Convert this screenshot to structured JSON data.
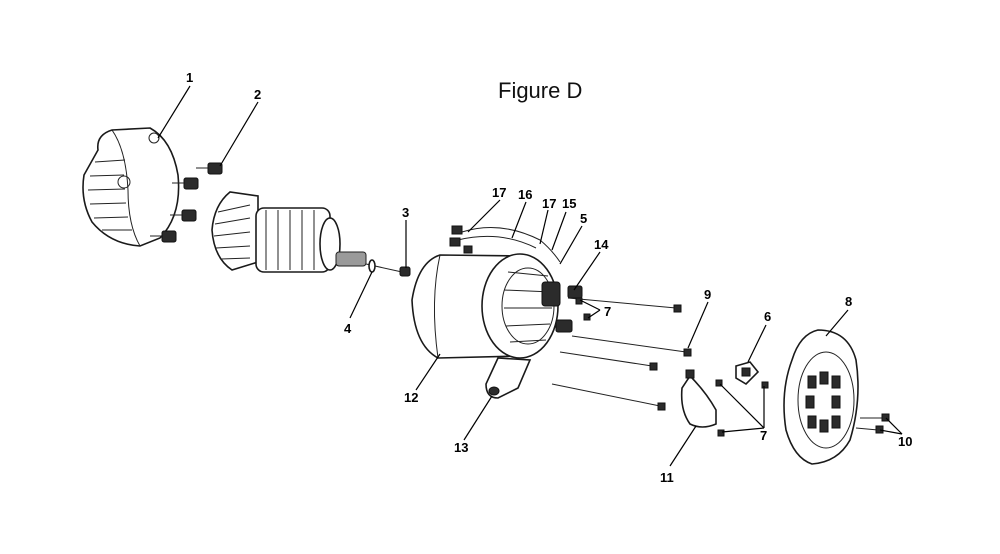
{
  "title": "Figure D",
  "labels": {
    "l1": "1",
    "l2": "2",
    "l3": "3",
    "l4": "4",
    "l5": "5",
    "l6": "6",
    "l7a": "7",
    "l7b": "7",
    "l8": "8",
    "l9": "9",
    "l10": "10",
    "l11": "11",
    "l12": "12",
    "l13": "13",
    "l14": "14",
    "l15": "15",
    "l16": "16",
    "l17a": "17",
    "l17b": "17"
  }
}
